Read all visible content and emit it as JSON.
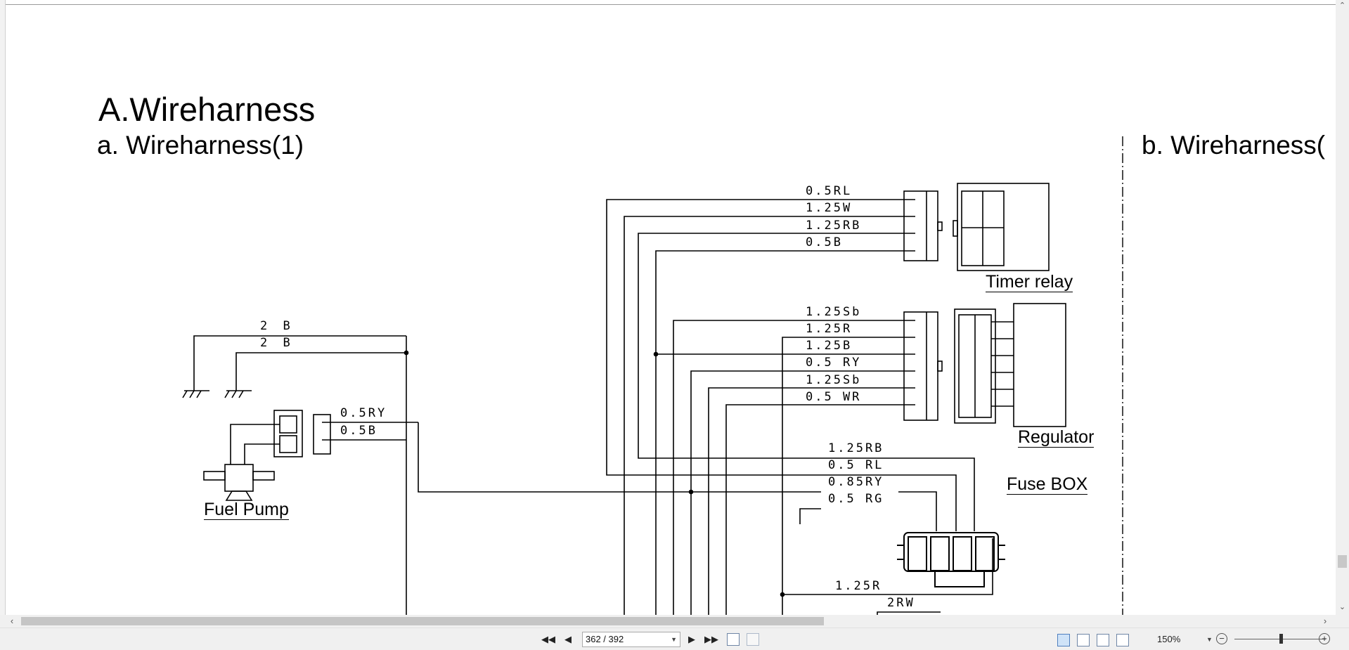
{
  "document": {
    "heading": "A.Wireharness",
    "subheading_left": "a. Wireharness(1)",
    "subheading_right": "b. Wireharness("
  },
  "diagram": {
    "components": {
      "timer_relay": "Timer relay",
      "regulator": "Regulator",
      "fuse_box": "Fuse BOX",
      "fuel_pump": "Fuel Pump"
    },
    "timer_relay_wires": [
      "0.5RL",
      "1.25W",
      "1.25RB",
      "0.5B"
    ],
    "regulator_wires": [
      "1.25Sb",
      "1.25R",
      "1.25B",
      "0.5 RY",
      "1.25Sb",
      "0.5 WR"
    ],
    "fuse_box_wires": [
      "1.25RB",
      "0.5 RL",
      "0.85RY",
      "0.5 RG"
    ],
    "ground_wires": [
      "2 B",
      "2 B"
    ],
    "fuel_pump_wires": [
      "0.5RY",
      "0.5B"
    ],
    "bottom_wires": [
      "1.25R",
      "2RW"
    ]
  },
  "statusbar": {
    "page_indicator": "362 / 392",
    "zoom": "150%"
  },
  "icons": {
    "first_page": "first-page-icon",
    "prev_page": "prev-page-icon",
    "next_page": "next-page-icon",
    "last_page": "last-page-icon"
  }
}
